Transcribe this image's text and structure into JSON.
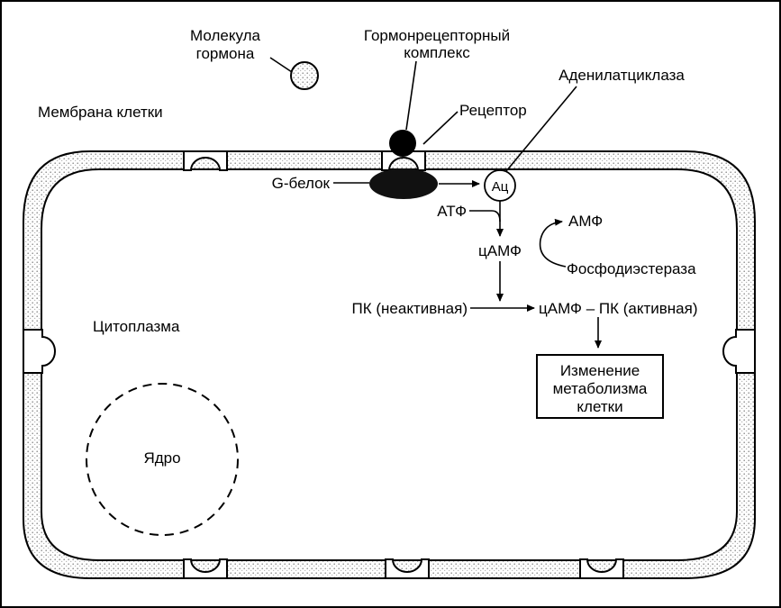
{
  "labels": {
    "hormone_molecule_line1": "Молекула",
    "hormone_molecule_line2": "гормона",
    "hormone_receptor_complex_line1": "Гормонрецепторный",
    "hormone_receptor_complex_line2": "комплекс",
    "adenylate_cyclase": "Аденилатциклаза",
    "cell_membrane": "Мембрана клетки",
    "receptor": "Рецептор",
    "g_protein": "G-белок",
    "ac": "Ац",
    "atp": "АТФ",
    "amp": "АМФ",
    "camp": "цАМФ",
    "phosphodiesterase": "Фосфодиэстераза",
    "pk_inactive": "ПК (неактивная)",
    "camp_pk_active": "цАМФ – ПК (активная)",
    "cytoplasm": "Цитоплазма",
    "metabolism_change_line1": "Изменение",
    "metabolism_change_line2": "метаболизма",
    "metabolism_change_line3": "клетки",
    "nucleus": "Ядро"
  }
}
